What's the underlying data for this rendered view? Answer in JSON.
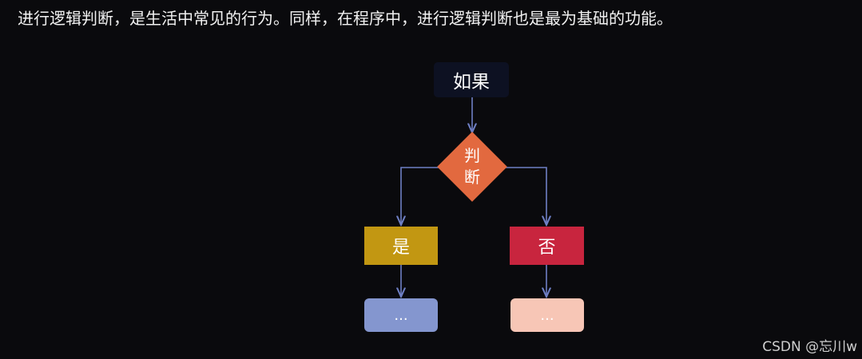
{
  "caption": "进行逻辑判断，是生活中常见的行为。同样，在程序中，进行逻辑判断也是最为基础的功能。",
  "flowchart": {
    "start": "如果",
    "decision_line1": "判",
    "decision_line2": "断",
    "yes": "是",
    "no": "否",
    "yes_next": "...",
    "no_next": "..."
  },
  "watermark": "CSDN @忘川w",
  "colors": {
    "background": "#0a0a0d",
    "start_box": "#0d1122",
    "decision": "#e2693f",
    "yes_box": "#c29712",
    "no_box": "#c8253e",
    "yes_next_box": "#8496cf",
    "no_next_box": "#f7c6b6",
    "connector": "#6e7fc4"
  }
}
